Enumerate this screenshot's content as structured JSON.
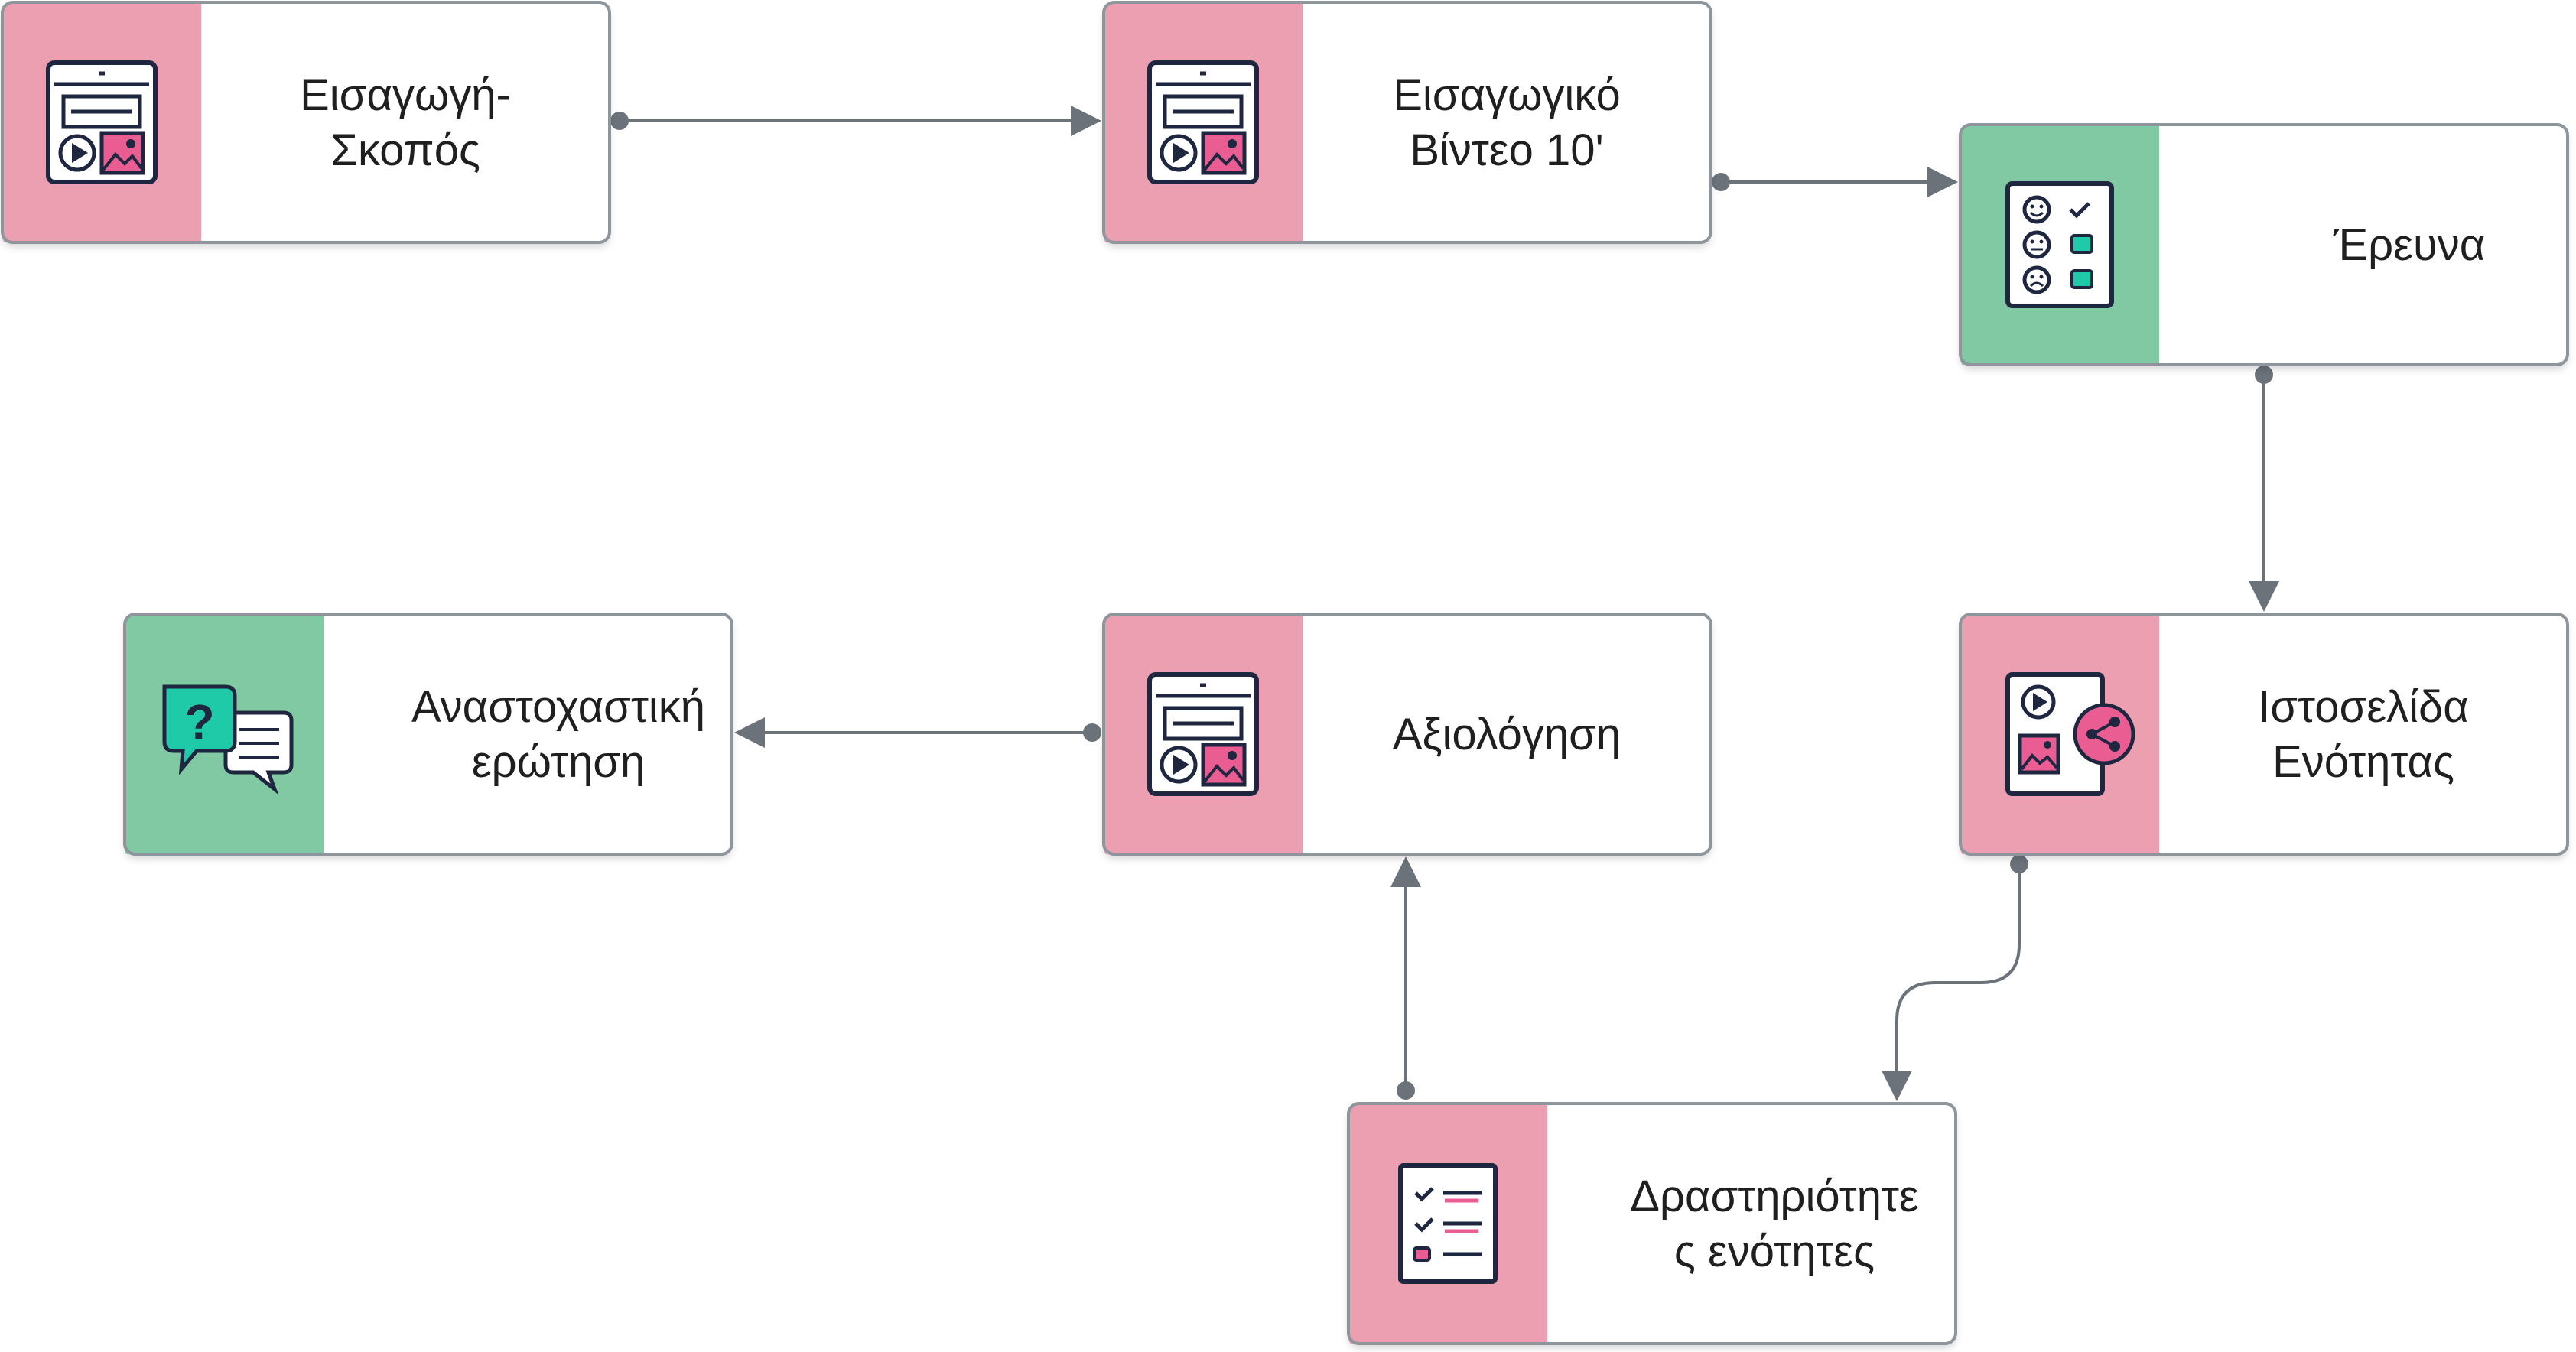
{
  "colors": {
    "pink": "#eb9fb1",
    "green": "#80c9a2",
    "card_border": "#8f959c",
    "connector": "#6b727a",
    "icon_ink": "#1f2740",
    "icon_pink": "#ea5d93",
    "icon_teal": "#1ecaa7"
  },
  "nodes": [
    {
      "id": "intro-purpose",
      "lines": [
        "Εισαγωγή-",
        "Σκοπός"
      ],
      "accent": "pink",
      "icon": "media-page-icon"
    },
    {
      "id": "intro-video",
      "lines": [
        "Εισαγωγικό",
        "Βίντεο 10'"
      ],
      "accent": "pink",
      "icon": "media-page-icon"
    },
    {
      "id": "survey",
      "lines": [
        "Έρευνα"
      ],
      "accent": "green",
      "icon": "survey-icon"
    },
    {
      "id": "unit-website",
      "lines": [
        "Ιστοσελίδα",
        "Ενότητας"
      ],
      "accent": "pink",
      "icon": "shared-media-icon"
    },
    {
      "id": "unit-activities",
      "lines": [
        "Δραστηριότητε",
        "ς ενότητες"
      ],
      "accent": "pink",
      "icon": "checklist-icon"
    },
    {
      "id": "assessment",
      "lines": [
        "Αξιολόγηση"
      ],
      "accent": "pink",
      "icon": "media-page-icon"
    },
    {
      "id": "reflective-question",
      "lines": [
        "Αναστοχαστική",
        "ερώτηση"
      ],
      "accent": "green",
      "icon": "question-chat-icon"
    }
  ],
  "edges": [
    {
      "from": "intro-purpose",
      "to": "intro-video"
    },
    {
      "from": "intro-video",
      "to": "survey"
    },
    {
      "from": "survey",
      "to": "unit-website"
    },
    {
      "from": "unit-website",
      "to": "unit-activities"
    },
    {
      "from": "unit-activities",
      "to": "assessment"
    },
    {
      "from": "assessment",
      "to": "reflective-question"
    }
  ]
}
